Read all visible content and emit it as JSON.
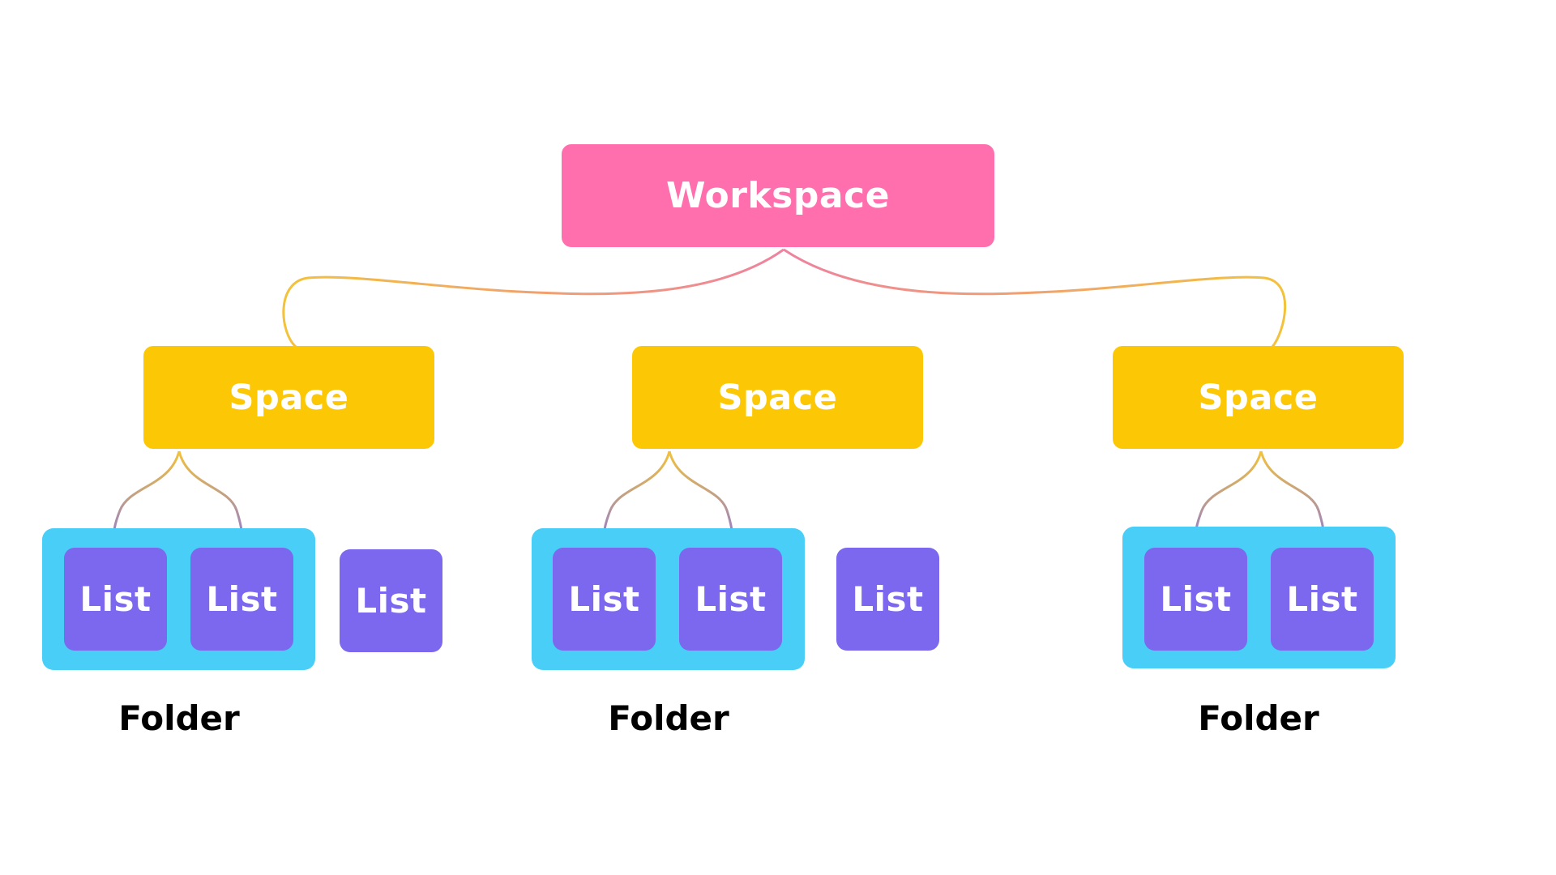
{
  "colors": {
    "workspace": "#FF6FAE",
    "space": "#FCC806",
    "folder": "#48CEF7",
    "list": "#7B68EE",
    "connector_orange": "#F2B84B",
    "connector_pink": "#EE82A0",
    "connector_purple": "#8C78DA",
    "folder_label": "#000000"
  },
  "workspace": {
    "label": "Workspace"
  },
  "spaces": [
    {
      "label": "Space",
      "folder": {
        "label": "Folder",
        "lists": [
          "List",
          "List"
        ]
      },
      "standalone_list": "List"
    },
    {
      "label": "Space",
      "folder": {
        "label": "Folder",
        "lists": [
          "List",
          "List"
        ]
      },
      "standalone_list": "List"
    },
    {
      "label": "Space",
      "folder": {
        "label": "Folder",
        "lists": [
          "List",
          "List"
        ]
      },
      "standalone_list": null
    }
  ]
}
